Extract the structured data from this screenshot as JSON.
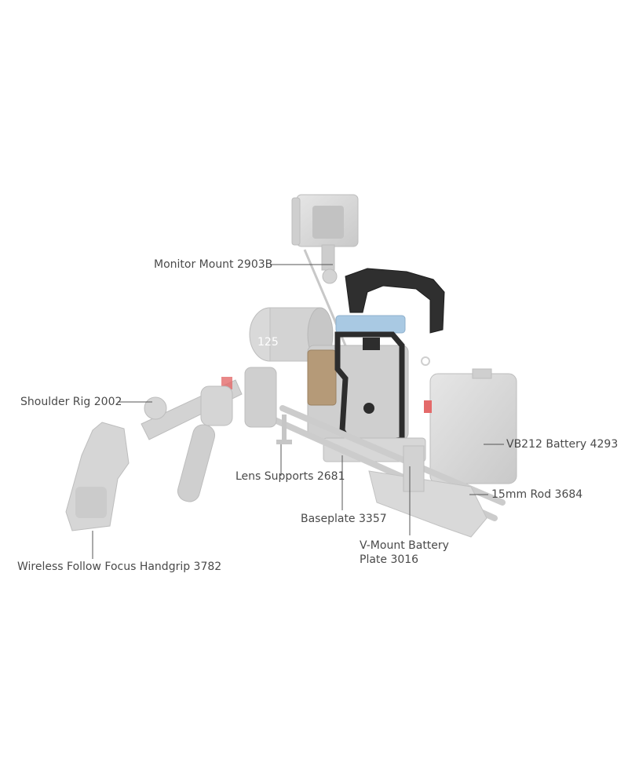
{
  "labels": {
    "monitor_mount": "Monitor Mount 2903B",
    "shoulder_rig": "Shoulder Rig 2002",
    "vb212_battery": "VB212 Battery 4293",
    "lens_supports": "Lens Supports 2681",
    "rod_15mm": "15mm Rod 3684",
    "baseplate": "Baseplate 3357",
    "vmount_plate_line1": "V-Mount Battery",
    "vmount_plate_line2": "Plate 3016",
    "follow_focus_handgrip": "Wireless Follow Focus Handgrip 3782"
  },
  "lens_marking": "125",
  "colors": {
    "leader_line": "#555555",
    "faded_part": "#d6d6d6",
    "faded_edge": "#b9b9b9",
    "cage_dark": "#2d2d2d",
    "accent_blue": "#a9c9e3",
    "accent_red": "#e46a6a",
    "accent_tan": "#b59a78"
  }
}
